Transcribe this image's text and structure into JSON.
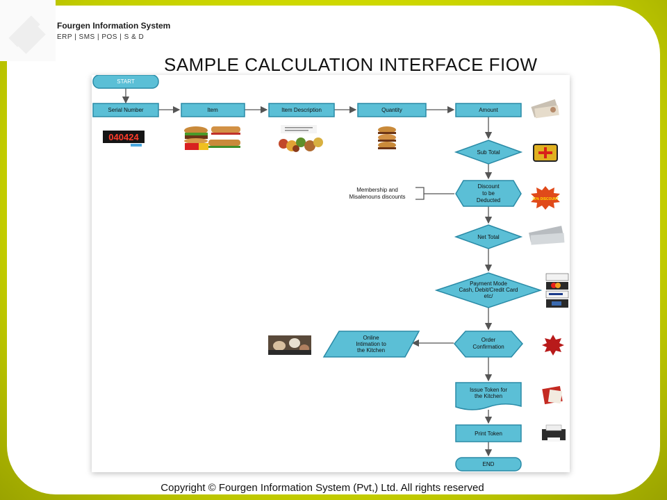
{
  "header": {
    "brand_title": "Fourgen Information System",
    "brand_subtitle": "ERP | SMS | POS | S & D"
  },
  "page_title": "SAMPLE CALCULATION INTERFACE FIOW",
  "flow": {
    "start": "START",
    "serial_number": "Serial Number",
    "item": "Item",
    "item_description": "Item Description",
    "quantity": "Quantity",
    "amount": "Amount",
    "sub_total": "Sub Total",
    "discount_line1": "Discount",
    "discount_line2": "to be",
    "discount_line3": "Deducted",
    "membership_line1": "Membership and",
    "membership_line2": "Misalenouns discounts",
    "net_total": "Net Total",
    "payment_line1": "Payment Mode",
    "payment_line2": "Cash, Debit/Credit Card",
    "payment_line3": "etc/",
    "order_line1": "Order",
    "order_line2": "Confirmation",
    "online_line1": "Online",
    "online_line2": "Intimation to",
    "online_line3": "the Kitchen",
    "token_line1": "Issue Token for",
    "token_line2": "the Kitchen",
    "print_token": "Print Token",
    "end": "END"
  },
  "counter_display": "040424",
  "discount_badge": "10% DISCOUNT",
  "footer": {
    "copyright": "Copyright © Fourgen Information System (Pvt,) Ltd. All rights reserved"
  },
  "colors": {
    "node_fill": "#5bbfd6",
    "node_stroke": "#2a8aa6",
    "frame": "#c9d400"
  }
}
